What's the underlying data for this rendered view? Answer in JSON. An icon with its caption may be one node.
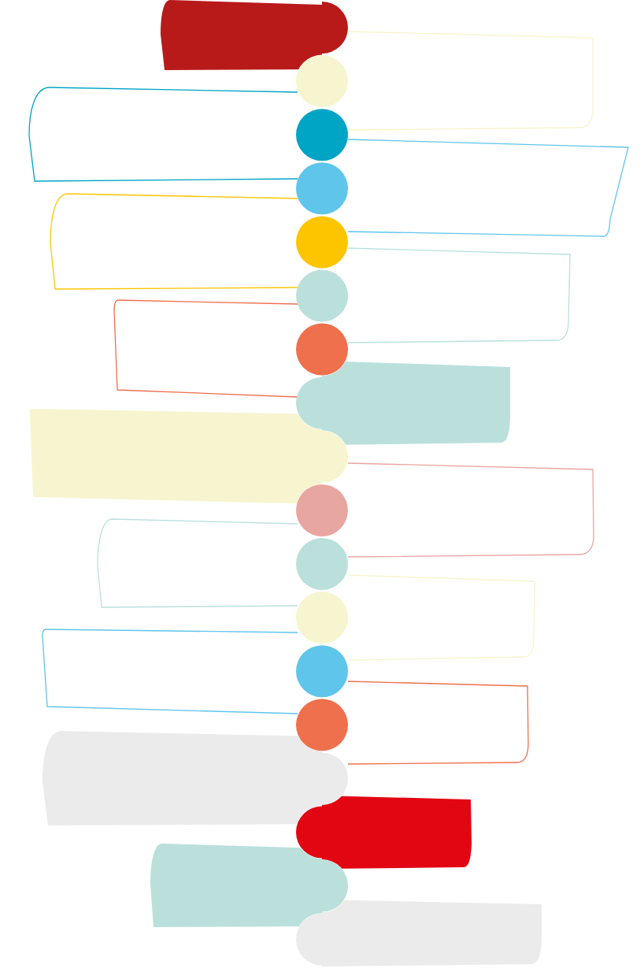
{
  "diagram": {
    "nodes": [
      {
        "text": [],
        "shape": "bar"
      },
      {
        "text": [],
        "shape": "box"
      },
      {
        "text": [],
        "shape": "circle"
      },
      {
        "text": [],
        "shape": "box"
      },
      {
        "text": [],
        "shape": "circle"
      },
      {
        "text": [],
        "shape": "box"
      },
      {
        "text": [],
        "shape": "circle"
      },
      {
        "text": [],
        "shape": "box"
      },
      {
        "text": [],
        "shape": "circle"
      },
      {
        "text": [],
        "shape": "box"
      },
      {
        "text": [],
        "shape": "circle"
      },
      {
        "text": [],
        "shape": "box"
      },
      {
        "text": [],
        "shape": "circle"
      },
      {
        "text": [],
        "shape": "bar"
      },
      {
        "text": [],
        "shape": "bar"
      },
      {
        "text": [],
        "shape": "box"
      },
      {
        "text": [],
        "shape": "circle"
      },
      {
        "text": [],
        "shape": "box"
      },
      {
        "text": [],
        "shape": "circle"
      },
      {
        "text": [],
        "shape": "box"
      },
      {
        "text": [],
        "shape": "circle"
      },
      {
        "text": [],
        "shape": "box"
      },
      {
        "text": [],
        "shape": "circle"
      },
      {
        "text": [],
        "shape": "box"
      },
      {
        "text": [],
        "shape": "circle"
      },
      {
        "text": [],
        "shape": "bar"
      },
      {
        "text": [],
        "shape": "bar"
      },
      {
        "text": [],
        "shape": "bar"
      },
      {
        "text": [],
        "shape": "bar"
      }
    ]
  }
}
